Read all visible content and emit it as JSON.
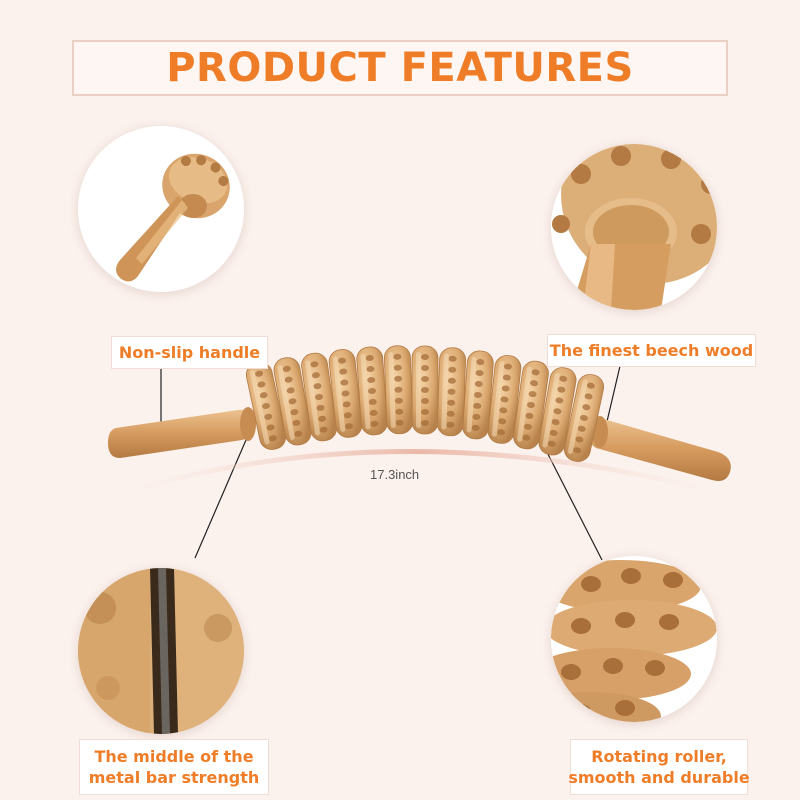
{
  "title": "PRODUCT FEATURES",
  "measurement": "17.3inch",
  "features": {
    "top_left": {
      "label": "Non-slip handle"
    },
    "top_right": {
      "label": "The finest beech wood"
    },
    "bottom_left": {
      "line1": "The middle of the",
      "line2": "metal bar strength"
    },
    "bottom_right": {
      "line1": "Rotating roller,",
      "line2": "smooth and durable"
    }
  },
  "colors": {
    "accent": "#ef7d28",
    "background": "#fbf1ed",
    "wood": "#d9a56c",
    "wood_dark": "#b57d45"
  }
}
